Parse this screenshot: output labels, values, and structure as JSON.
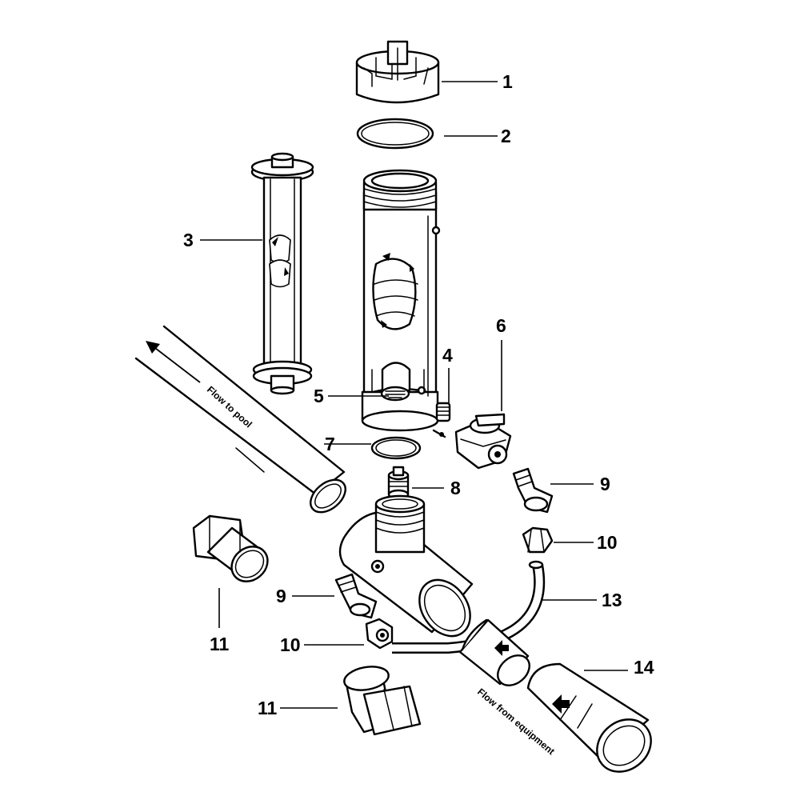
{
  "callouts": {
    "c1": "1",
    "c2": "2",
    "c3": "3",
    "c4": "4",
    "c5": "5",
    "c6": "6",
    "c7": "7",
    "c8": "8",
    "c9a": "9",
    "c9b": "9",
    "c10a": "10",
    "c10b": "10",
    "c11a": "11",
    "c11b": "11",
    "c13": "13",
    "c14": "14"
  },
  "labels": {
    "flow_to_pool": "Flow to pool",
    "flow_from_equipment": "Flow from equipment"
  }
}
